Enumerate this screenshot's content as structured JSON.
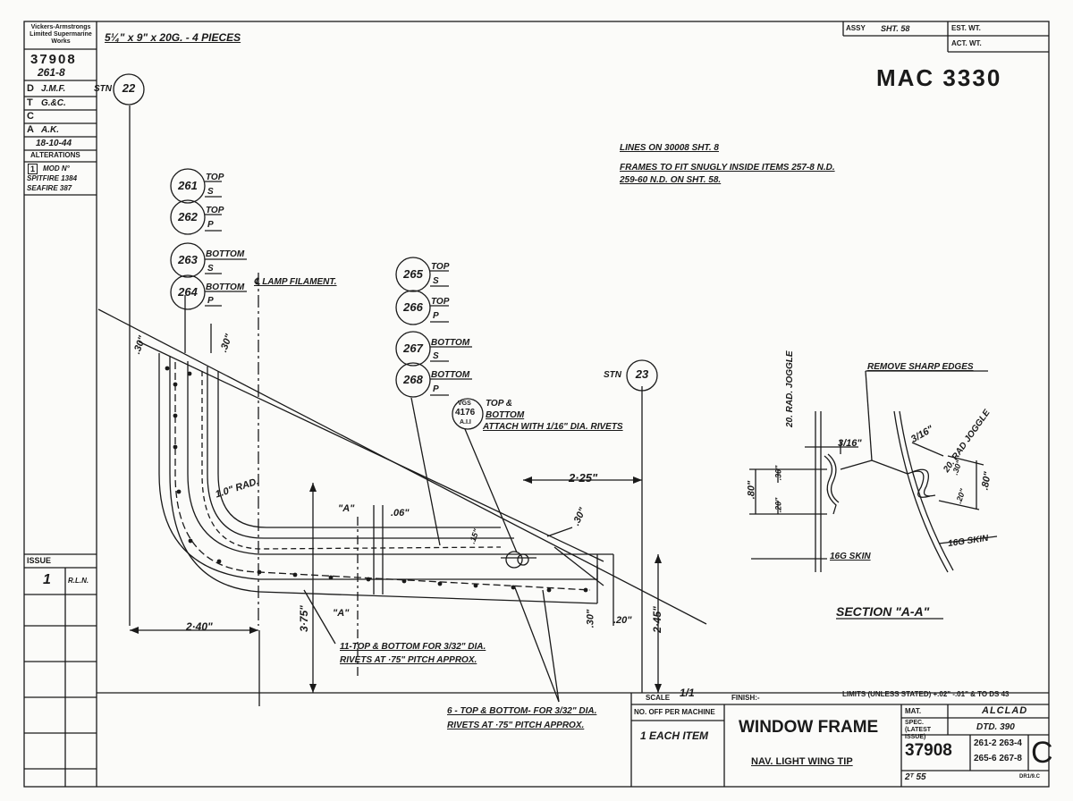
{
  "header_block": {
    "company": "Vickers-Armstrongs Limited Supermarine Works",
    "drawing_no": "37908",
    "part_no": "261-8",
    "d_label": "D",
    "d_val": "J.M.F.",
    "t_label": "T",
    "t_val": "G.&C.",
    "c_label": "C",
    "a_label": "A",
    "a_val": "A.K.",
    "date": "18-10-44",
    "alterations": "ALTERATIONS",
    "alt_num": "1",
    "mod_text": "MOD N°",
    "spitfire": "SPITFIRE 1384",
    "seafire": "SEAFIRE 387",
    "issue_label": "ISSUE",
    "issue_num": "1",
    "issue_by": "R.L.N."
  },
  "material_note": "5¼\" x 9\" x 20G. - 4 PIECES",
  "top_right": {
    "assy": "ASSY",
    "sht": "SHT. 58",
    "est_wt": "EST. WT.",
    "act_wt": "ACT. WT.",
    "mac": "MAC 3330"
  },
  "notes": {
    "line1": "LINES ON 30008 SHT. 8",
    "line2": "FRAMES TO FIT SNUGLY INSIDE ITEMS 257-8 N.D.",
    "line3": "259-60 N.D. ON SHT. 58."
  },
  "stations": {
    "s22": "22",
    "s23": "23",
    "stn": "STN"
  },
  "parts": [
    {
      "num": "261",
      "label": "TOP",
      "side": "S"
    },
    {
      "num": "262",
      "label": "TOP",
      "side": "P"
    },
    {
      "num": "263",
      "label": "BOTTOM",
      "side": "S"
    },
    {
      "num": "264",
      "label": "BOTTOM",
      "side": "P"
    },
    {
      "num": "265",
      "label": "TOP",
      "side": "S"
    },
    {
      "num": "266",
      "label": "TOP",
      "side": "P"
    },
    {
      "num": "267",
      "label": "BOTTOM",
      "side": "S"
    },
    {
      "num": "268",
      "label": "BOTTOM",
      "side": "P"
    }
  ],
  "vgs": {
    "top": "VGS",
    "num": "4176",
    "sub": "A.I.I",
    "note1": "TOP &",
    "note2": "BOTTOM",
    "note3": "ATTACH WITH 1/16\" DIA. RIVETS"
  },
  "lamp": "℄ LAMP FILAMENT.",
  "dims": {
    "d30a": ".30\"",
    "d30b": ".30\"",
    "rad": "1.0\" RAD.",
    "a1": "\"A\"",
    "a2": "\"A\"",
    "d06": ".06\"",
    "d225": "2·25\"",
    "d30c": ".30\"",
    "d375": "3·75\"",
    "d240": "2·40\"",
    "d245": "2·45\"",
    "d30d": ".30\"",
    "d20": ".20\"",
    "d15": ".15\""
  },
  "rivet_notes": {
    "n1a": "11-TOP & BOTTOM FOR 3/32\" DIA.",
    "n1b": "RIVETS AT ·75\" PITCH APPROX.",
    "n2a": "6 - TOP & BOTTOM- FOR 3/32\" DIA.",
    "n2b": "RIVETS AT ·75\" PITCH APPROX."
  },
  "section": {
    "joggle1": "20. RAD. JOGGLE",
    "joggle2": "20. RAD JOGGLE",
    "sharp": "REMOVE SHARP EDGES",
    "d316a": "3/16\"",
    "d316b": "3/16\"",
    "d80a": ".80\"",
    "d30a": ".30\"",
    "d20a": ".20\"",
    "d80b": ".80\"",
    "d30b": ".30\"",
    "d20b": ".20\"",
    "skin1": "16G SKIN",
    "skin2": "16G SKIN",
    "title": "SECTION \"A-A\""
  },
  "title_block": {
    "scale_label": "SCALE",
    "scale_val": "1/1",
    "finish": "FINISH:-",
    "limits": "LIMITS (UNLESS STATED) +.02\" -.01\" & TO DS 43",
    "mat_label": "MAT.",
    "mat_val": "ALCLAD",
    "spec_label": "SPEC. (LATEST ISSUE)",
    "spec_val": "DTD. 390",
    "no_off": "NO. OFF PER MACHINE",
    "each": "1 EACH ITEM",
    "title": "WINDOW FRAME",
    "subtitle": "NAV. LIGHT WING TIP",
    "drawing_no": "37908",
    "parts_a": "261-2 263-4",
    "parts_b": "265-6 267-8",
    "rev": "C",
    "sheet": "2ᵀ 55",
    "small": "DR1/9.C"
  }
}
